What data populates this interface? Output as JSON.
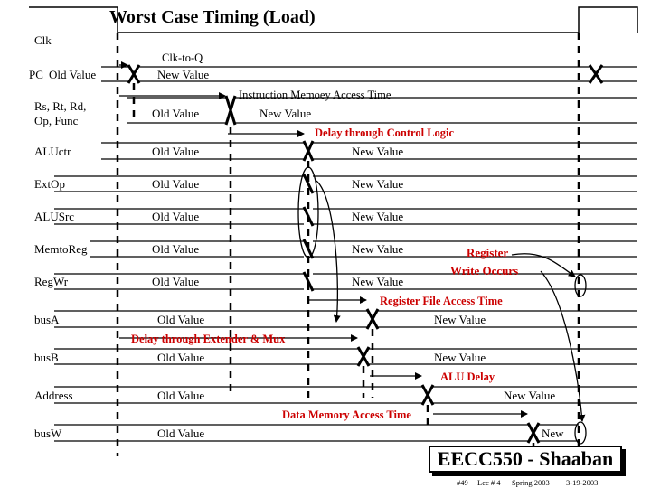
{
  "title": "Worst Case Timing (Load)",
  "signals": {
    "clk": "Clk",
    "pc": "PC",
    "regs": "Rs, Rt, Rd,",
    "regs2": "Op, Func",
    "aluctr": "ALUctr",
    "extop": "ExtOp",
    "alusrc": "ALUSrc",
    "memtoreg": "MemtoReg",
    "regwr": "RegWr",
    "busa": "busA",
    "busb": "busB",
    "address": "Address",
    "busw": "busW"
  },
  "values": {
    "old": "Old Value",
    "new": "New Value",
    "new_short": "New"
  },
  "annotations": {
    "clk_to_q": "Clk-to-Q",
    "imem_access": "Instruction Memoey Access Time",
    "control_delay": "Delay through Control Logic",
    "register_write_1": "Register",
    "register_write_2": "Write Occurs",
    "regfile_access": "Register File Access Time",
    "extender_delay": "Delay through Extender & Mux",
    "alu_delay": "ALU Delay",
    "dmem_access": "Data Memory Access Time"
  },
  "footer": {
    "course": "EECC550 - Shaaban",
    "slide": "#49",
    "lecture": "Lec # 4",
    "term": "Spring 2003",
    "date": "3-19-2003"
  },
  "colors": {
    "annotation": "#cc0000",
    "line": "#000000"
  }
}
